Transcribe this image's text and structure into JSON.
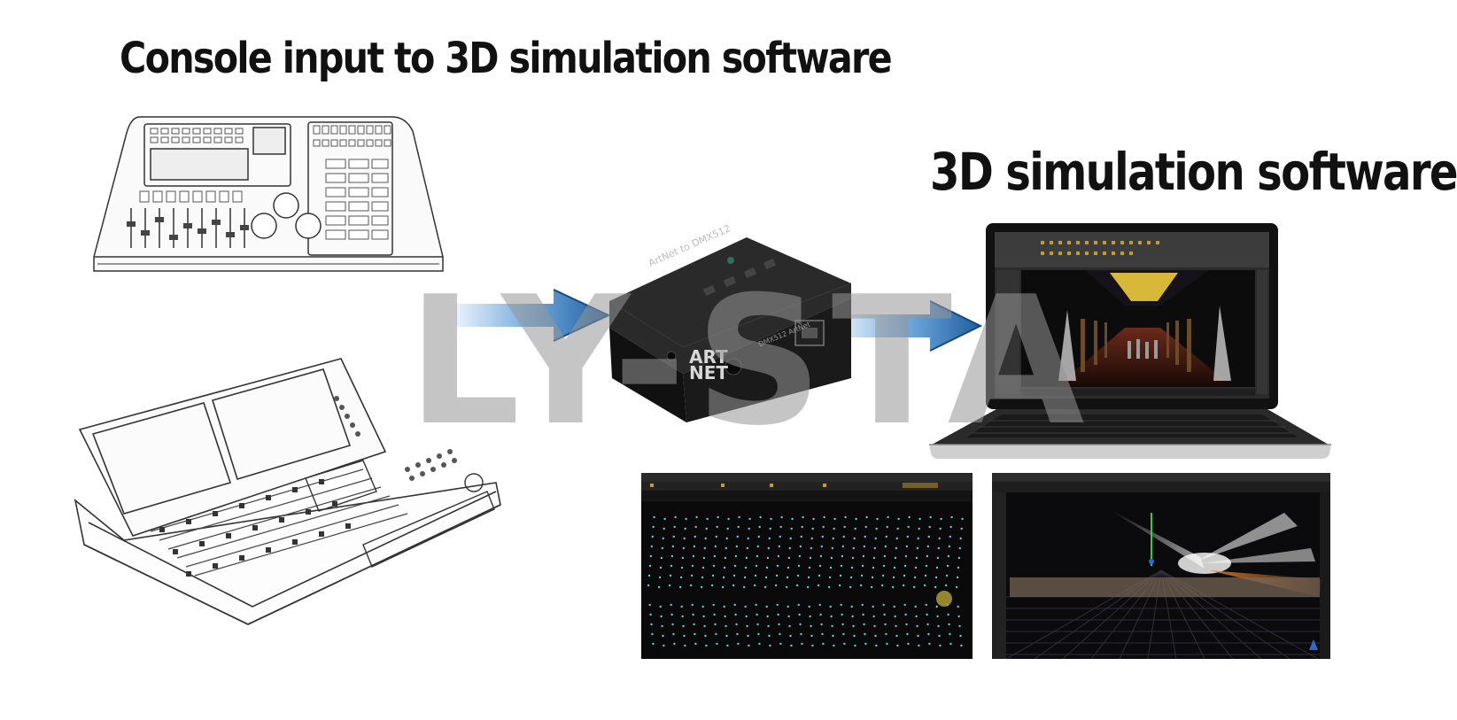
{
  "headings": {
    "console_input": "Console input to 3D simulation software",
    "simulation_software": "3D simulation software"
  },
  "watermark": "LY-STA",
  "converter": {
    "top_label": "ArtNet to DMX512",
    "side_label": "DMX512 ArtNet",
    "logo_line1": "ART",
    "logo_line2": "NET"
  },
  "icons": [
    "lighting-console-sketch",
    "large-lighting-console-sketch",
    "flow-arrow",
    "artnet-dmx-converter",
    "laptop",
    "simulation-screenshot"
  ],
  "colors": {
    "arrow_dark": "#1e5d9e",
    "arrow_light": "#cfe4f6",
    "converter_body": "#1c1c1c"
  }
}
